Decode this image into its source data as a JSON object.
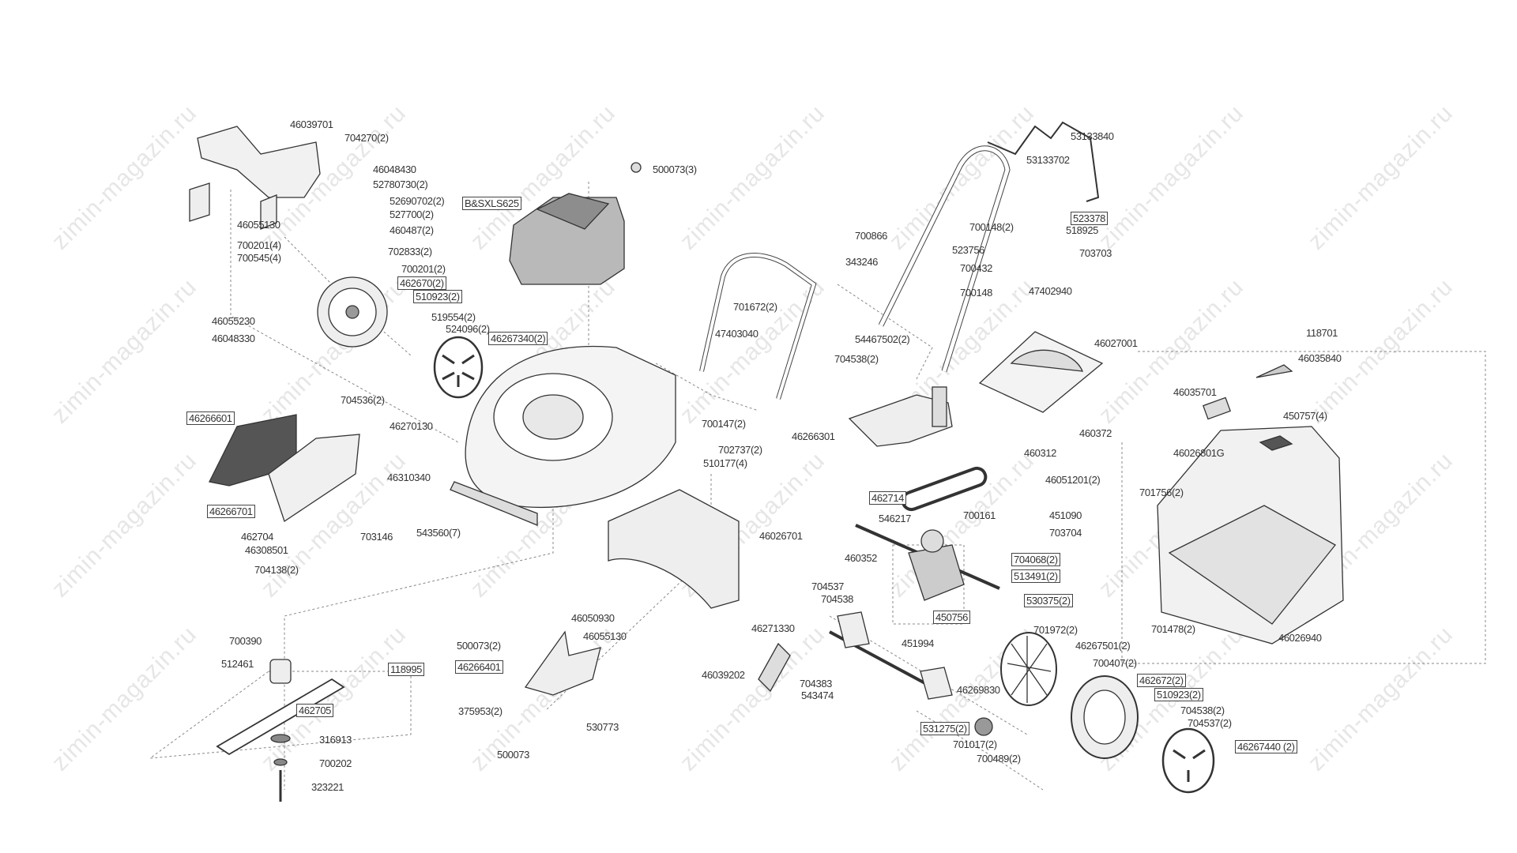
{
  "watermark": "zimin-magazin.ru",
  "labels": [
    "46039701",
    "704270(2)",
    "46048430",
    "52780730(2)",
    "52690702(2)",
    "527700(2)",
    "46055130",
    "460487(2)",
    "700201(4)",
    "700545(4)",
    "702833(2)",
    "700201(2)",
    "462670(2)",
    "510923(2)",
    "519554(2)",
    "524096(2)",
    "46267340(2)",
    "46055230",
    "46048330",
    "B&SXLS625",
    "500073(3)",
    "47403040",
    "701672(2)",
    "54467502(2)",
    "704538(2)",
    "700866",
    "343246",
    "523756",
    "700432",
    "700148",
    "700148(2)",
    "523378",
    "518925",
    "703703",
    "47402940",
    "53133840",
    "53133702",
    "46027001",
    "460372",
    "460312",
    "46051201(2)",
    "118701",
    "46035840",
    "46035701",
    "450757(4)",
    "46026801G",
    "701756(2)",
    "701478(2)",
    "46026940",
    "46266601",
    "704536(2)",
    "46270130",
    "46310340",
    "46266701",
    "462704",
    "46308501",
    "704138(2)",
    "703146",
    "543560(7)",
    "700147(2)",
    "702737(2)",
    "510177(4)",
    "46026701",
    "46050930",
    "46055130",
    "500073(2)",
    "46266401",
    "375953(2)",
    "530773",
    "500073",
    "700390",
    "512461",
    "118995",
    "462705",
    "316913",
    "700202",
    "323221",
    "462714",
    "546217",
    "700161",
    "451090",
    "703704",
    "460352",
    "704068(2)",
    "513491(2)",
    "530375(2)",
    "704537",
    "704538",
    "450756",
    "46271330",
    "451994",
    "46039202",
    "704383",
    "543474",
    "46269830",
    "701972(2)",
    "46267501(2)",
    "700407(2)",
    "462672(2)",
    "510923(2)",
    "704538(2)",
    "704537(2)",
    "46267440 (2)",
    "531275(2)",
    "701017(2)",
    "700489(2)",
    "46266301"
  ]
}
